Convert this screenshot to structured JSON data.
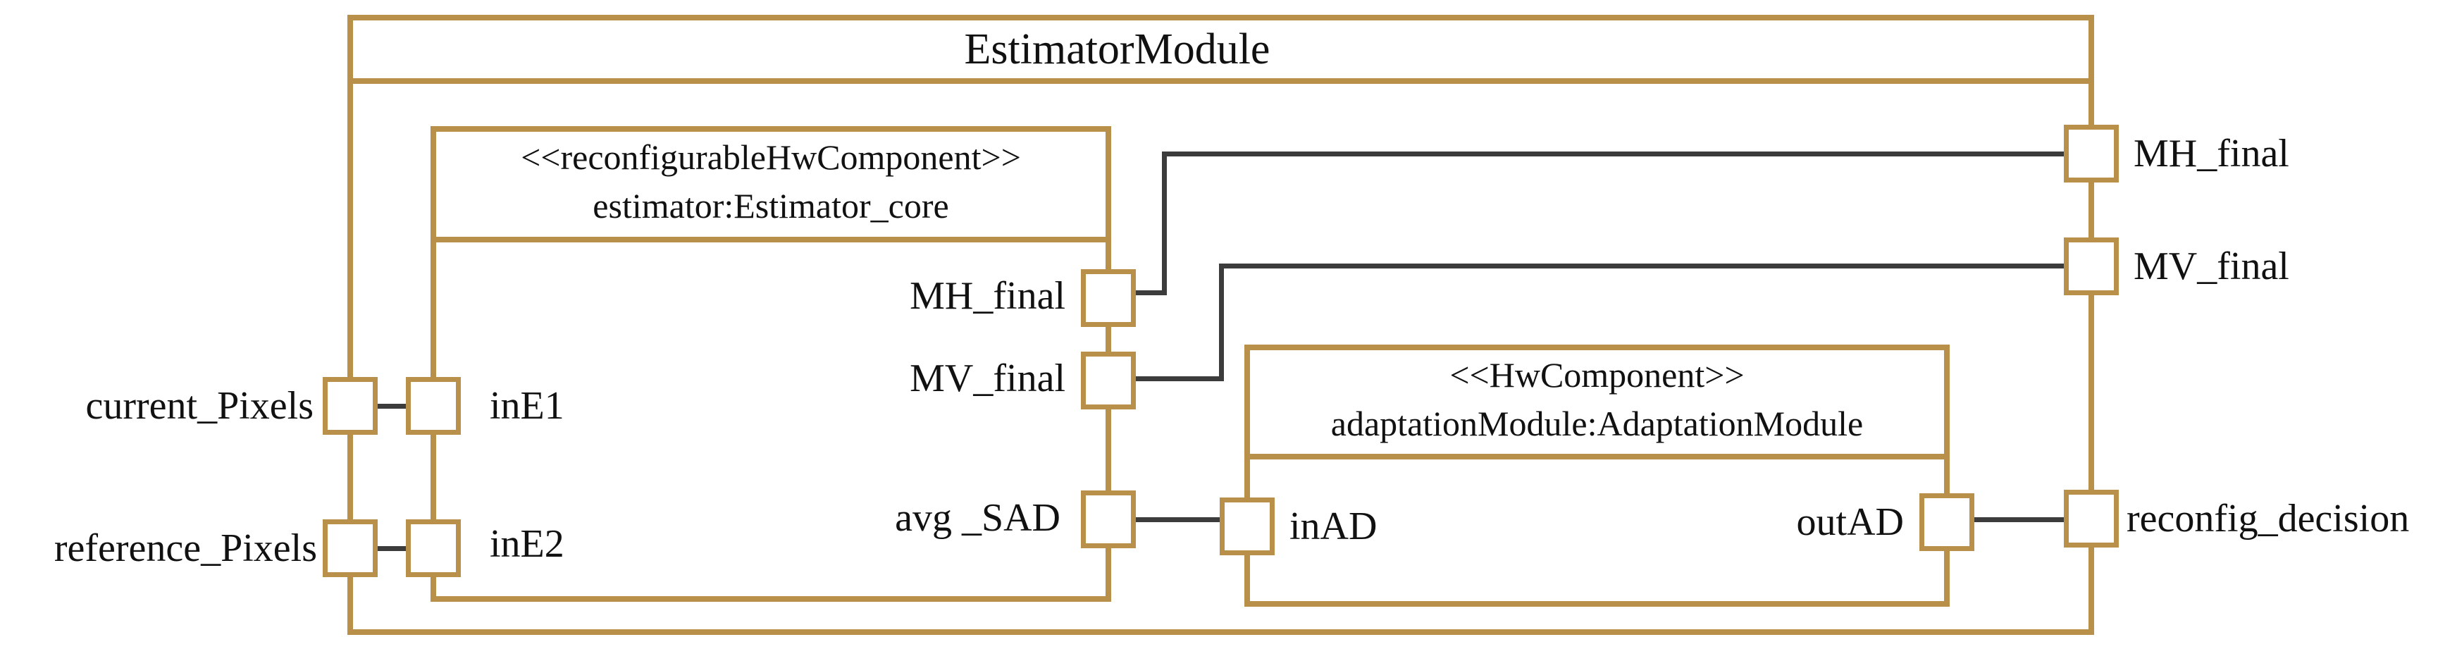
{
  "colors": {
    "accent": "#B8904A",
    "wire": "#3C3C3C",
    "text": "#111111"
  },
  "module": {
    "title": "EstimatorModule"
  },
  "components": {
    "estimator": {
      "stereotype": "<<reconfigurableHwComponent>>",
      "name": "estimator:Estimator_core"
    },
    "adaptation": {
      "stereotype": "<<HwComponent>>",
      "name": "adaptationModule:AdaptationModule"
    }
  },
  "ports": {
    "current_pixels": {
      "label": "current_Pixels"
    },
    "reference_pixels": {
      "label": "reference_Pixels"
    },
    "inE1": {
      "label": "inE1"
    },
    "inE2": {
      "label": "inE2"
    },
    "mh_final_inner": {
      "label": "MH_final"
    },
    "mv_final_inner": {
      "label": "MV_final"
    },
    "avg_sad": {
      "label": "avg _SAD"
    },
    "inAD": {
      "label": "inAD"
    },
    "outAD": {
      "label": "outAD"
    },
    "mh_final_outer": {
      "label": "MH_final"
    },
    "mv_final_outer": {
      "label": "MV_final"
    },
    "reconfig_decision": {
      "label": "reconfig_decision"
    }
  }
}
